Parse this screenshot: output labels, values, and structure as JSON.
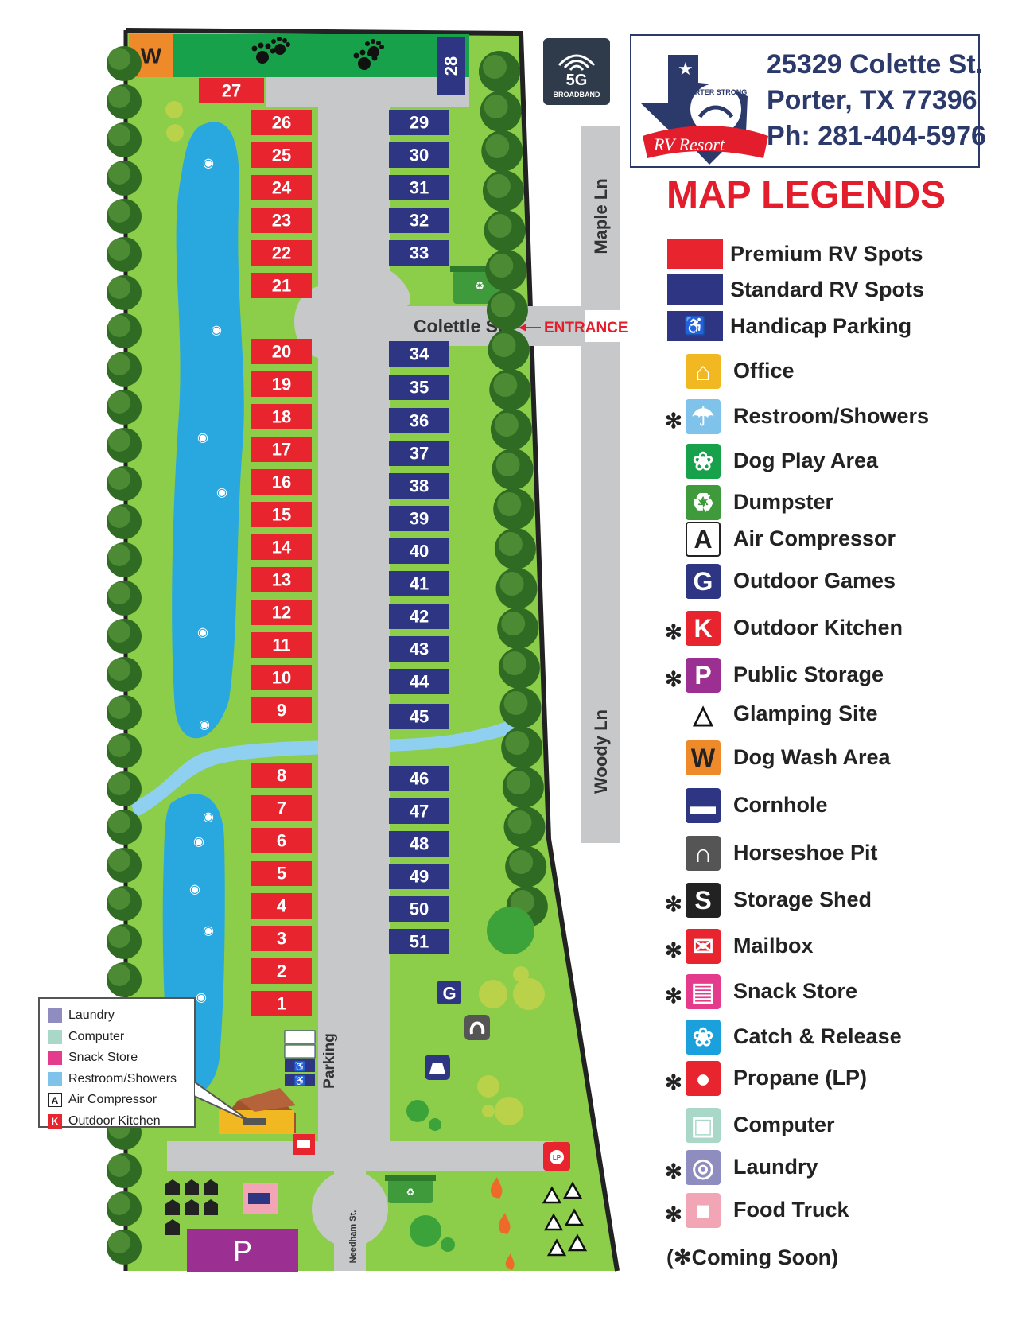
{
  "contact": {
    "street": "25329 Colette St.",
    "city": "Porter, TX 77396",
    "phone": "Ph: 281-404-5976",
    "logo_top": "PORTER STRONG",
    "logo_bottom": "RV Resort"
  },
  "badge": {
    "label": "5G",
    "sub": "BROADBAND"
  },
  "legend": {
    "title": "MAP LEGENDS",
    "coming_soon": "(✻Coming Soon)",
    "items": [
      {
        "label": "Premium RV Spots",
        "icon": "premium-spot-swatch",
        "soon": false
      },
      {
        "label": "Standard RV Spots",
        "icon": "standard-spot-swatch",
        "soon": false
      },
      {
        "label": "Handicap Parking",
        "icon": "wheelchair-icon",
        "soon": false
      },
      {
        "label": "Office",
        "icon": "office-icon",
        "soon": false
      },
      {
        "label": "Restroom/Showers",
        "icon": "shower-icon",
        "soon": true
      },
      {
        "label": "Dog Play Area",
        "icon": "paw-icon",
        "soon": false
      },
      {
        "label": "Dumpster",
        "icon": "dumpster-icon",
        "soon": false
      },
      {
        "label": "Air Compressor",
        "icon": "air-compressor-icon",
        "glyph": "A",
        "soon": false
      },
      {
        "label": "Outdoor Games",
        "icon": "outdoor-games-icon",
        "glyph": "G",
        "soon": false
      },
      {
        "label": "Outdoor Kitchen",
        "icon": "outdoor-kitchen-icon",
        "glyph": "K",
        "soon": true
      },
      {
        "label": "Public Storage",
        "icon": "public-storage-icon",
        "glyph": "P",
        "soon": true
      },
      {
        "label": "Glamping Site",
        "icon": "glamping-icon",
        "soon": false
      },
      {
        "label": "Dog Wash Area",
        "icon": "dog-wash-icon",
        "glyph": "W",
        "soon": false
      },
      {
        "label": "Cornhole",
        "icon": "cornhole-icon",
        "soon": false
      },
      {
        "label": "Horseshoe Pit",
        "icon": "horseshoe-icon",
        "soon": false
      },
      {
        "label": "Storage Shed",
        "icon": "storage-shed-icon",
        "glyph": "S",
        "soon": true
      },
      {
        "label": "Mailbox",
        "icon": "mailbox-icon",
        "soon": true
      },
      {
        "label": "Snack Store",
        "icon": "snack-store-icon",
        "soon": true
      },
      {
        "label": "Catch & Release",
        "icon": "fish-icon",
        "soon": false
      },
      {
        "label": "Propane (LP)",
        "icon": "propane-icon",
        "soon": true
      },
      {
        "label": "Computer",
        "icon": "computer-icon",
        "soon": false
      },
      {
        "label": "Laundry",
        "icon": "laundry-icon",
        "soon": true
      },
      {
        "label": "Food Truck",
        "icon": "food-truck-icon",
        "soon": true
      }
    ]
  },
  "callout": {
    "items": [
      {
        "label": "Laundry",
        "icon": "laundry-icon"
      },
      {
        "label": "Computer",
        "icon": "computer-icon"
      },
      {
        "label": "Snack Store",
        "icon": "snack-store-icon"
      },
      {
        "label": "Restroom/Showers",
        "icon": "shower-icon"
      },
      {
        "label": "Air Compressor",
        "icon": "air-compressor-icon",
        "glyph": "A"
      },
      {
        "label": "Outdoor Kitchen",
        "icon": "outdoor-kitchen-icon",
        "glyph": "K"
      }
    ]
  },
  "map": {
    "roads": {
      "maple": "Maple Ln",
      "woody": "Woody Ln",
      "colette": "Colettle St.",
      "entrance": "ENTRANCE",
      "needham": "Needham St.",
      "parking": "Parking"
    },
    "markers": {
      "dog_wash": "W",
      "outdoor_games": "G",
      "public_storage": "P",
      "propane": "LP"
    },
    "premium_spots": [
      "27",
      "26",
      "25",
      "24",
      "23",
      "22",
      "21",
      "20",
      "19",
      "18",
      "17",
      "16",
      "15",
      "14",
      "13",
      "12",
      "11",
      "10",
      "9",
      "8",
      "7",
      "6",
      "5",
      "4",
      "3",
      "2",
      "1"
    ],
    "standard_spots": [
      "28",
      "29",
      "30",
      "31",
      "32",
      "33",
      "34",
      "35",
      "36",
      "37",
      "38",
      "39",
      "40",
      "41",
      "42",
      "43",
      "44",
      "45",
      "46",
      "47",
      "48",
      "49",
      "50",
      "51"
    ]
  },
  "colors": {
    "premium": "#e8242f",
    "standard": "#2e3683",
    "grass": "#8ccd4a",
    "road": "#c7c8ca",
    "water": "#29a8e0",
    "dog_area": "#17a14a",
    "dog_wash": "#ef8a2a",
    "storage": "#9b2f92"
  }
}
